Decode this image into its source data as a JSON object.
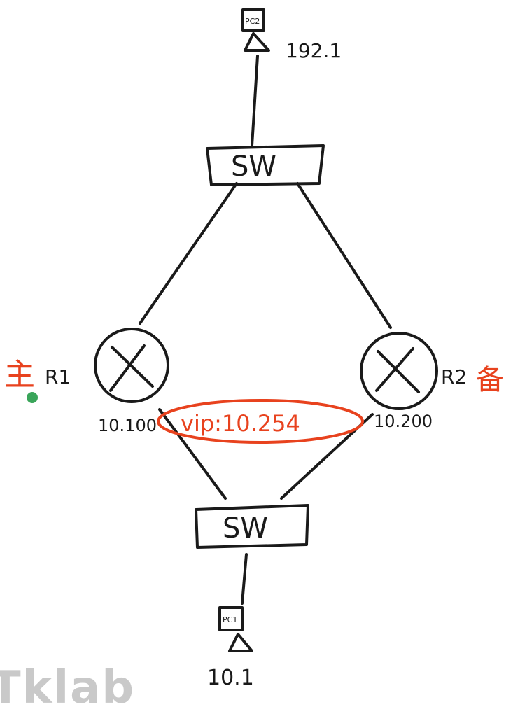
{
  "diagram": {
    "top_pc": {
      "label": "PC2",
      "ip": "192.1"
    },
    "top_switch": {
      "label": "SW"
    },
    "bottom_switch": {
      "label": "SW"
    },
    "bottom_pc": {
      "label": "PC1",
      "ip": "10.1"
    },
    "router_1": {
      "label": "R1",
      "ip": "10.100",
      "role": "主"
    },
    "router_2": {
      "label": "R2",
      "ip": "10.200",
      "role": "备"
    },
    "vip": {
      "label": "vip:10.254"
    },
    "colors": {
      "ink": "#1a1a1a",
      "annotation": "#e8421e",
      "cursor": "#3aa55a"
    }
  },
  "watermark": {
    "text": "Tklab"
  }
}
